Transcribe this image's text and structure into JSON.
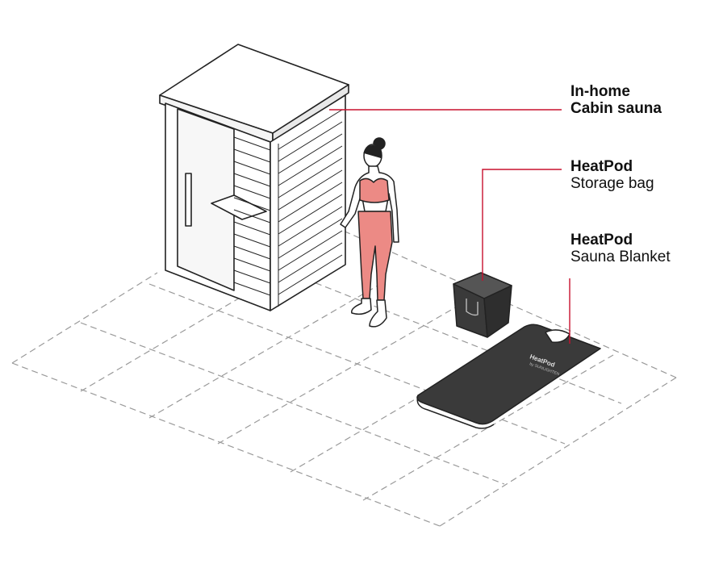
{
  "labels": {
    "sauna_line1": "In-home",
    "sauna_line2": "Cabin sauna",
    "bag_title": "HeatPod",
    "bag_subtitle": "Storage bag",
    "blanket_title": "HeatPod",
    "blanket_subtitle": "Sauna Blanket"
  },
  "blanket_print": {
    "brand": "HeatPod",
    "sub": "by SUNLIGHTEN"
  },
  "colors": {
    "leader_line": "#c8102e",
    "figure_fill": "#ec8a85",
    "dark_fill": "#3a3a3a",
    "grid_line": "#9a9a9a",
    "outline": "#222222"
  },
  "icons": [
    "sauna-cabin-illustration",
    "woman-figure-illustration",
    "storage-bag-illustration",
    "sauna-blanket-illustration"
  ]
}
